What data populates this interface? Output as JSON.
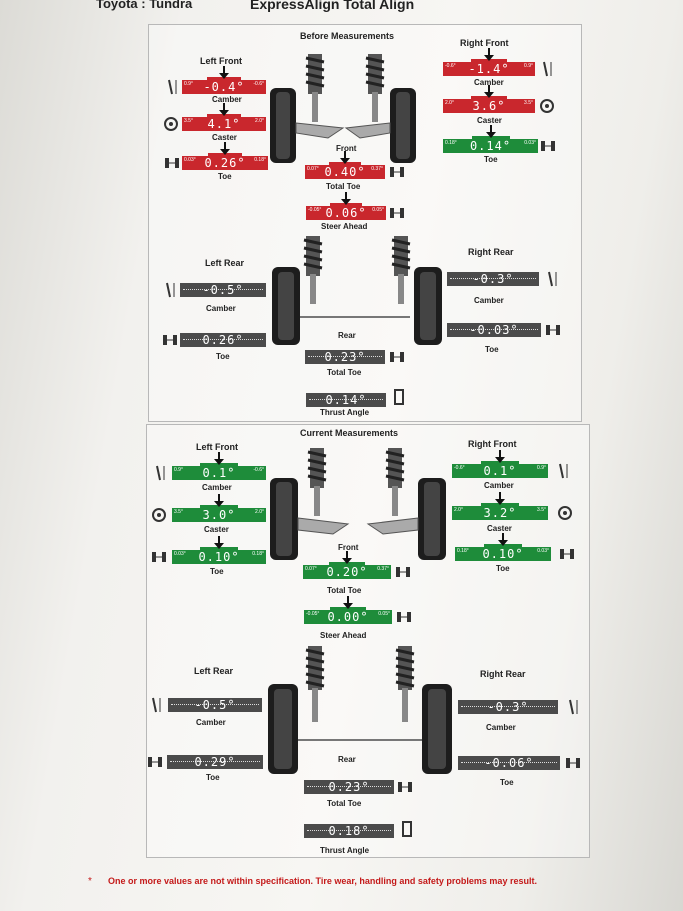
{
  "header": {
    "left": "Toyota : Tundra",
    "center": "ExpressAlign Total Align"
  },
  "before": {
    "title": "Before Measurements",
    "left_front": "Left Front",
    "right_front": "Right Front",
    "left_rear": "Left Rear",
    "right_rear": "Right Rear",
    "front_label": "Front",
    "rear_label": "Rear",
    "lf_camber": {
      "value": "-0.4°",
      "lo": "0.9°",
      "hi": "-0.6°",
      "label": "Camber",
      "status": "red"
    },
    "lf_caster": {
      "value": "4.1°",
      "lo": "3.5°",
      "hi": "2.0°",
      "label": "Caster",
      "status": "red"
    },
    "lf_toe": {
      "value": "0.26°",
      "lo": "0.03°",
      "hi": "0.18°",
      "label": "Toe",
      "status": "red"
    },
    "rf_camber": {
      "value": "-1.4°",
      "lo": "-0.6°",
      "hi": "0.9°",
      "label": "Camber",
      "status": "red"
    },
    "rf_caster": {
      "value": "3.6°",
      "lo": "2.0°",
      "hi": "3.5°",
      "label": "Caster",
      "status": "red"
    },
    "rf_toe": {
      "value": "0.14°",
      "lo": "0.18°",
      "hi": "0.03°",
      "label": "Toe",
      "status": "green"
    },
    "total_toe": {
      "value": "0.40°",
      "lo": "0.07°",
      "hi": "0.37°",
      "label": "Total Toe",
      "status": "red"
    },
    "steer_ahead": {
      "value": "0.06°",
      "lo": "-0.05°",
      "hi": "0.05°",
      "label": "Steer Ahead",
      "status": "red"
    },
    "lr_camber": {
      "value": "-0.5°",
      "label": "Camber",
      "status": "gray"
    },
    "lr_toe": {
      "value": "0.26°",
      "label": "Toe",
      "status": "gray"
    },
    "rr_camber": {
      "value": "-0.3°",
      "label": "Camber",
      "status": "gray"
    },
    "rr_toe": {
      "value": "-0.03°",
      "label": "Toe",
      "status": "gray"
    },
    "rear_total_toe": {
      "value": "0.23°",
      "label": "Total Toe",
      "status": "gray"
    },
    "thrust_angle": {
      "value": "0.14°",
      "label": "Thrust Angle",
      "status": "gray"
    }
  },
  "current": {
    "title": "Current Measurements",
    "left_front": "Left Front",
    "right_front": "Right Front",
    "left_rear": "Left Rear",
    "right_rear": "Right Rear",
    "front_label": "Front",
    "rear_label": "Rear",
    "lf_camber": {
      "value": "0.1°",
      "lo": "0.9°",
      "hi": "-0.6°",
      "label": "Camber",
      "status": "green"
    },
    "lf_caster": {
      "value": "3.0°",
      "lo": "3.5°",
      "hi": "2.0°",
      "label": "Caster",
      "status": "green"
    },
    "lf_toe": {
      "value": "0.10°",
      "lo": "0.03°",
      "hi": "0.18°",
      "label": "Toe",
      "status": "green"
    },
    "rf_camber": {
      "value": "0.1°",
      "lo": "-0.6°",
      "hi": "0.9°",
      "label": "Camber",
      "status": "green"
    },
    "rf_caster": {
      "value": "3.2°",
      "lo": "2.0°",
      "hi": "3.5°",
      "label": "Caster",
      "status": "green"
    },
    "rf_toe": {
      "value": "0.10°",
      "lo": "0.18°",
      "hi": "0.03°",
      "label": "Toe",
      "status": "green"
    },
    "total_toe": {
      "value": "0.20°",
      "lo": "0.07°",
      "hi": "0.37°",
      "label": "Total Toe",
      "status": "green"
    },
    "steer_ahead": {
      "value": "0.00°",
      "lo": "-0.05°",
      "hi": "0.05°",
      "label": "Steer Ahead",
      "status": "green"
    },
    "lr_camber": {
      "value": "-0.5°",
      "label": "Camber",
      "status": "gray"
    },
    "lr_toe": {
      "value": "0.29°",
      "label": "Toe",
      "status": "gray"
    },
    "rr_camber": {
      "value": "-0.3°",
      "label": "Camber",
      "status": "gray"
    },
    "rr_toe": {
      "value": "-0.06°",
      "label": "Toe",
      "status": "gray"
    },
    "rear_total_toe": {
      "value": "0.23°",
      "label": "Total Toe",
      "status": "gray"
    },
    "thrust_angle": {
      "value": "0.18°",
      "label": "Thrust Angle",
      "status": "gray"
    }
  },
  "footer": {
    "bullet": "*",
    "warning": "One or more values are not within specification.  Tire wear, handling and safety problems may result."
  },
  "colors": {
    "red": "#c9272d",
    "green": "#1e8c3a",
    "gray": "#4b4b4b"
  }
}
